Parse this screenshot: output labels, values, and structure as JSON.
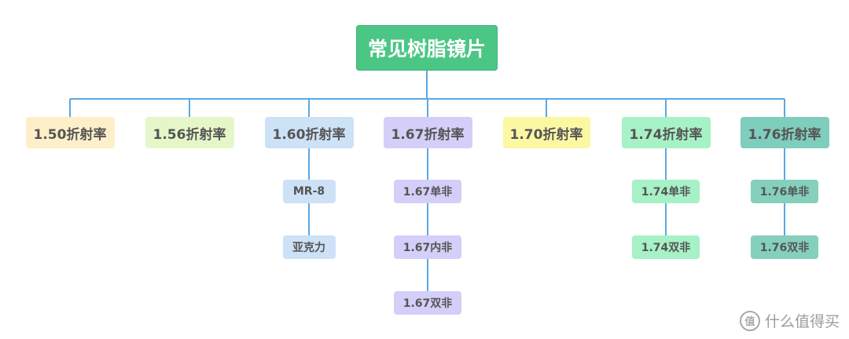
{
  "diagram": {
    "root": {
      "label": "常见树脂镜片"
    },
    "branches": [
      {
        "label": "1.50折射率",
        "color": "#fdefc9",
        "children": []
      },
      {
        "label": "1.56折射率",
        "color": "#e5f7c9",
        "children": []
      },
      {
        "label": "1.60折射率",
        "color": "#cde1f7",
        "childColor": "#cde1f7",
        "children": [
          "MR-8",
          "亚克力"
        ]
      },
      {
        "label": "1.67折射率",
        "color": "#d3cff8",
        "childColor": "#d3cff8",
        "children": [
          "1.67单非",
          "1.67内非",
          "1.67双非"
        ]
      },
      {
        "label": "1.70折射率",
        "color": "#fbf7a3",
        "children": []
      },
      {
        "label": "1.74折射率",
        "color": "#a7f1c6",
        "childColor": "#a7f1c6",
        "children": [
          "1.74单非",
          "1.74双非"
        ]
      },
      {
        "label": "1.76折射率",
        "color": "#7fcdbc",
        "childColor": "#85cfbd",
        "children": [
          "1.76单非",
          "1.76双非"
        ]
      }
    ],
    "connector_color": "#58a9e6",
    "root_color": "#4cc685"
  },
  "watermark": {
    "badge": "值",
    "text": "什么值得买"
  }
}
